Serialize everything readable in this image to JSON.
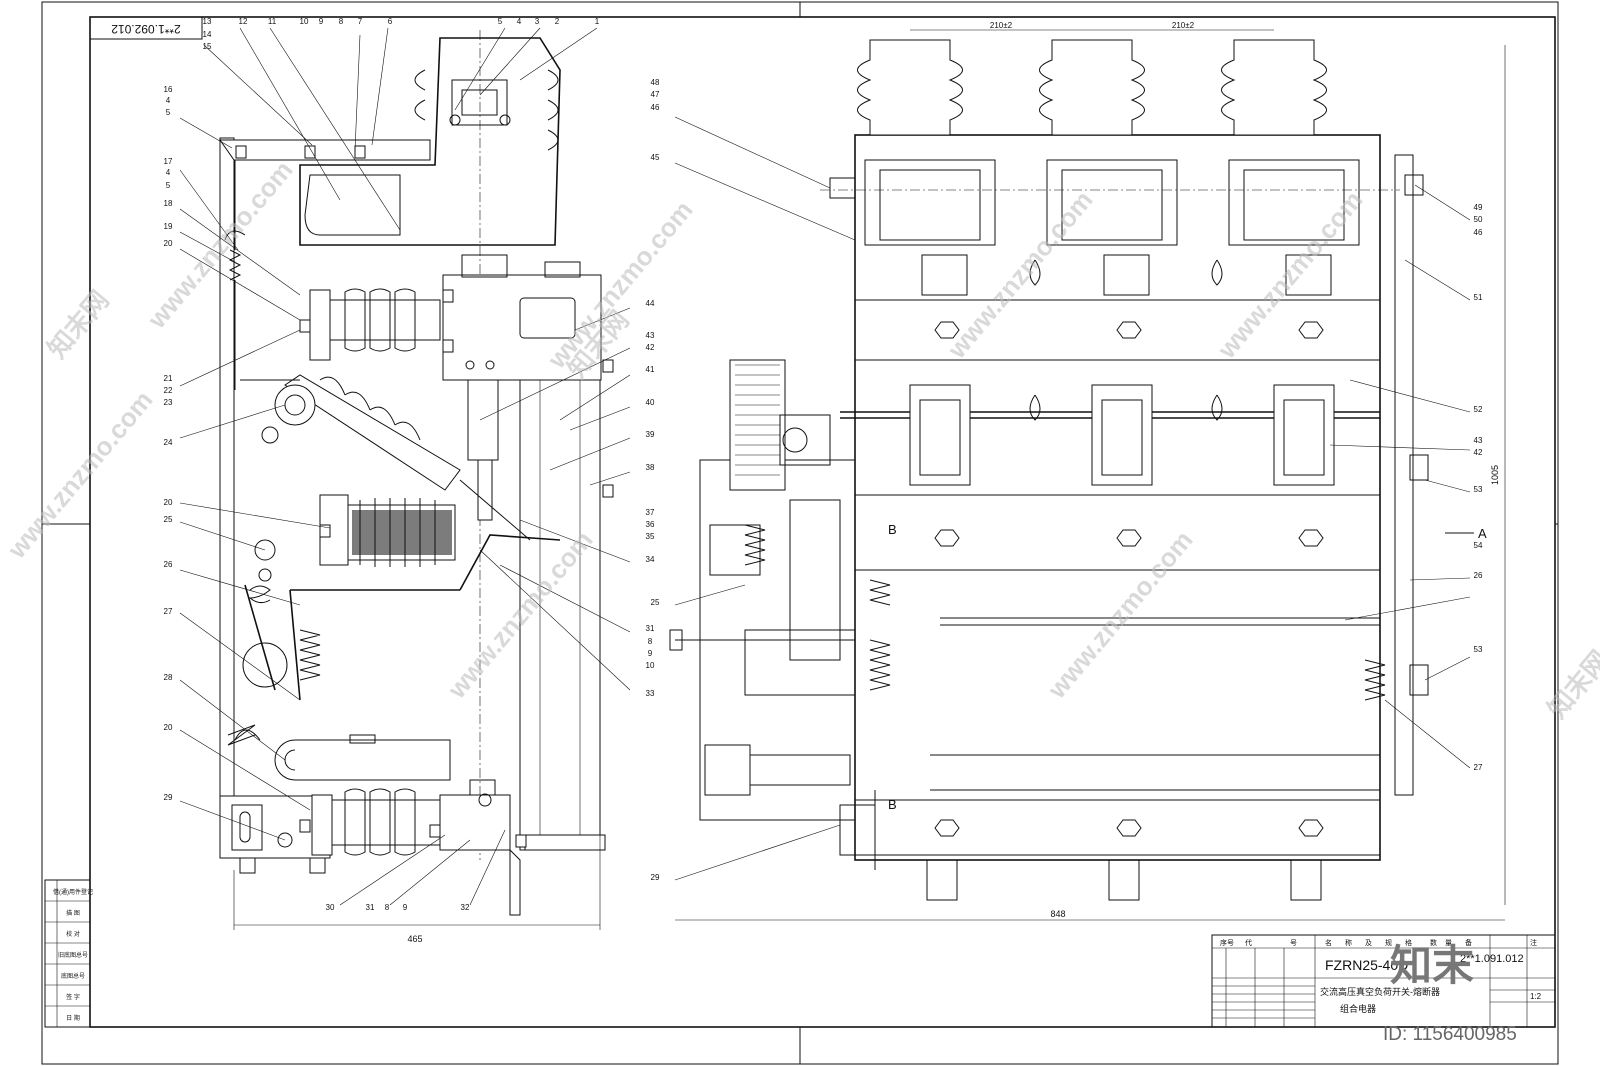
{
  "sheet": {
    "drawing_number": "2**1.092.012",
    "dim_left_width": "465",
    "dim_right_width": "848",
    "dim_height": "1005",
    "dim_spacing_1": "210±2",
    "dim_spacing_2": "210±2",
    "view_A": "A",
    "section_B_top": "B",
    "section_B_bottom": "B"
  },
  "left_view_labels": {
    "top": [
      "13",
      "14",
      "15",
      "12",
      "11",
      "10",
      "9",
      "8",
      "7",
      "6",
      "5",
      "4",
      "3",
      "2",
      "1"
    ],
    "left": [
      "16",
      "4",
      "5",
      "17",
      "4",
      "5",
      "18",
      "19",
      "20",
      "21",
      "22",
      "23",
      "24",
      "20",
      "25",
      "26",
      "27",
      "28",
      "20",
      "29"
    ],
    "right": [
      "44",
      "43",
      "42",
      "41",
      "40",
      "39",
      "38",
      "37",
      "36",
      "35",
      "34",
      "31",
      "8",
      "9",
      "10",
      "33"
    ],
    "bottom": [
      "30",
      "31",
      "8",
      "9",
      "32"
    ]
  },
  "right_view_labels": {
    "left": [
      "48",
      "47",
      "46",
      "45",
      "25",
      "29"
    ],
    "right": [
      "49",
      "50",
      "46",
      "51",
      "52",
      "43",
      "42",
      "53",
      "54",
      "26",
      "53",
      "27"
    ]
  },
  "title_block": {
    "model": "FZRN25-40D",
    "name_line1": "交流高压真空负荷开关-熔断器",
    "name_line2": "组合电器",
    "scale": "1:2",
    "drawing_no": "2**1.091.012",
    "header_cols": [
      "序号",
      "代",
      "号",
      "名",
      "称",
      "及",
      "规",
      "格",
      "数",
      "量",
      "备",
      "注"
    ],
    "sign_rows": [
      "借(通)用件登记",
      "描 图",
      "校 对",
      "旧底图总号",
      "底图总号",
      "签 字",
      "日 期"
    ]
  },
  "watermark": {
    "site": "www.znzmo.com",
    "brand": "知末网",
    "stamp": "知末",
    "id_text": "ID: 1156400985"
  }
}
